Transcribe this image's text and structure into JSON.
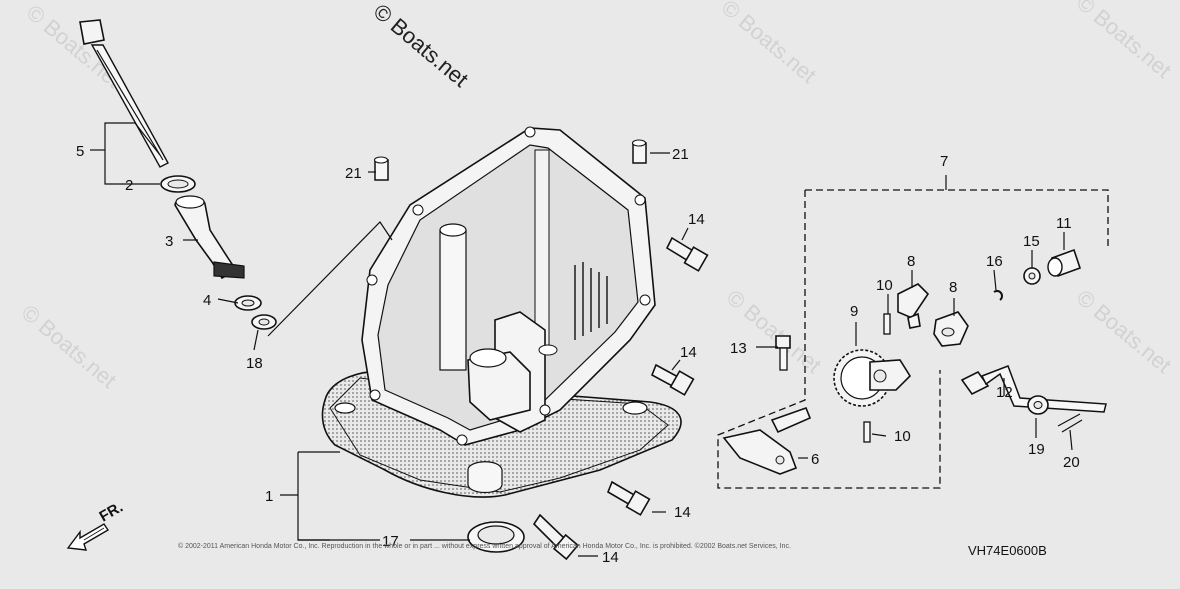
{
  "watermark": {
    "main": "© Boats.net",
    "tile": "© Boats.net"
  },
  "callouts": {
    "c1": "1",
    "c2": "2",
    "c3": "3",
    "c4": "4",
    "c5": "5",
    "c6": "6",
    "c7": "7",
    "c8a": "8",
    "c8b": "8",
    "c9": "9",
    "c10a": "10",
    "c10b": "10",
    "c11": "11",
    "c12": "12",
    "c13": "13",
    "c14a": "14",
    "c14b": "14",
    "c14c": "14",
    "c14d": "14",
    "c15": "15",
    "c16": "16",
    "c17": "17",
    "c18": "18",
    "c19": "19",
    "c20": "20",
    "c21a": "21",
    "c21b": "21"
  },
  "direction_label": "FR.",
  "diagram_code": "VH74E0600B",
  "copyright": "© 2002-2011 American Honda Motor Co., Inc. Reproduction in the whole or in part ... without express written approval of American Honda Motor Co., Inc. is prohibited. ©2002 Boats.net Services, Inc."
}
